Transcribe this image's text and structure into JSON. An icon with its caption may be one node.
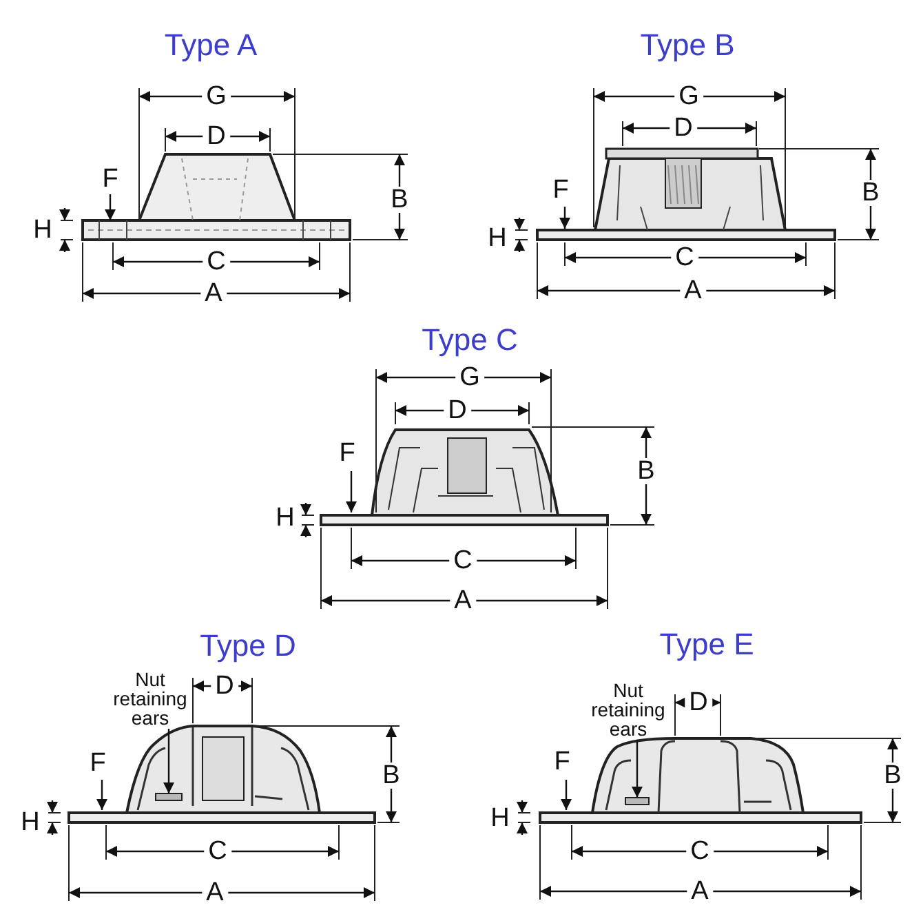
{
  "diagram": {
    "nodes": [
      {
        "text": [
          "Nut retaining ears"
        ]
      },
      {
        "text": [],
        "shape": "bar"
      },
      {
        "text": [
          "Nut retaining ears"
        ]
      },
      {
        "text": [],
        "shape": "bar"
      }
    ],
    "edges": [
      {
        "from": 0,
        "to": 1,
        "arrow": "to"
      },
      {
        "from": 2,
        "to": 3,
        "arrow": "to"
      }
    ],
    "labels": [
      "Type A",
      "G",
      "D",
      "F",
      "B",
      "H",
      "C",
      "A",
      "Type B",
      "G",
      "D",
      "F",
      "B",
      "H",
      "C",
      "A",
      "Type C",
      "G",
      "D",
      "F",
      "B",
      "H",
      "C",
      "A",
      "Type D",
      "D",
      "F",
      "B",
      "H",
      "C",
      "A",
      "Type E",
      "D",
      "F",
      "B",
      "H",
      "C",
      "A"
    ]
  }
}
